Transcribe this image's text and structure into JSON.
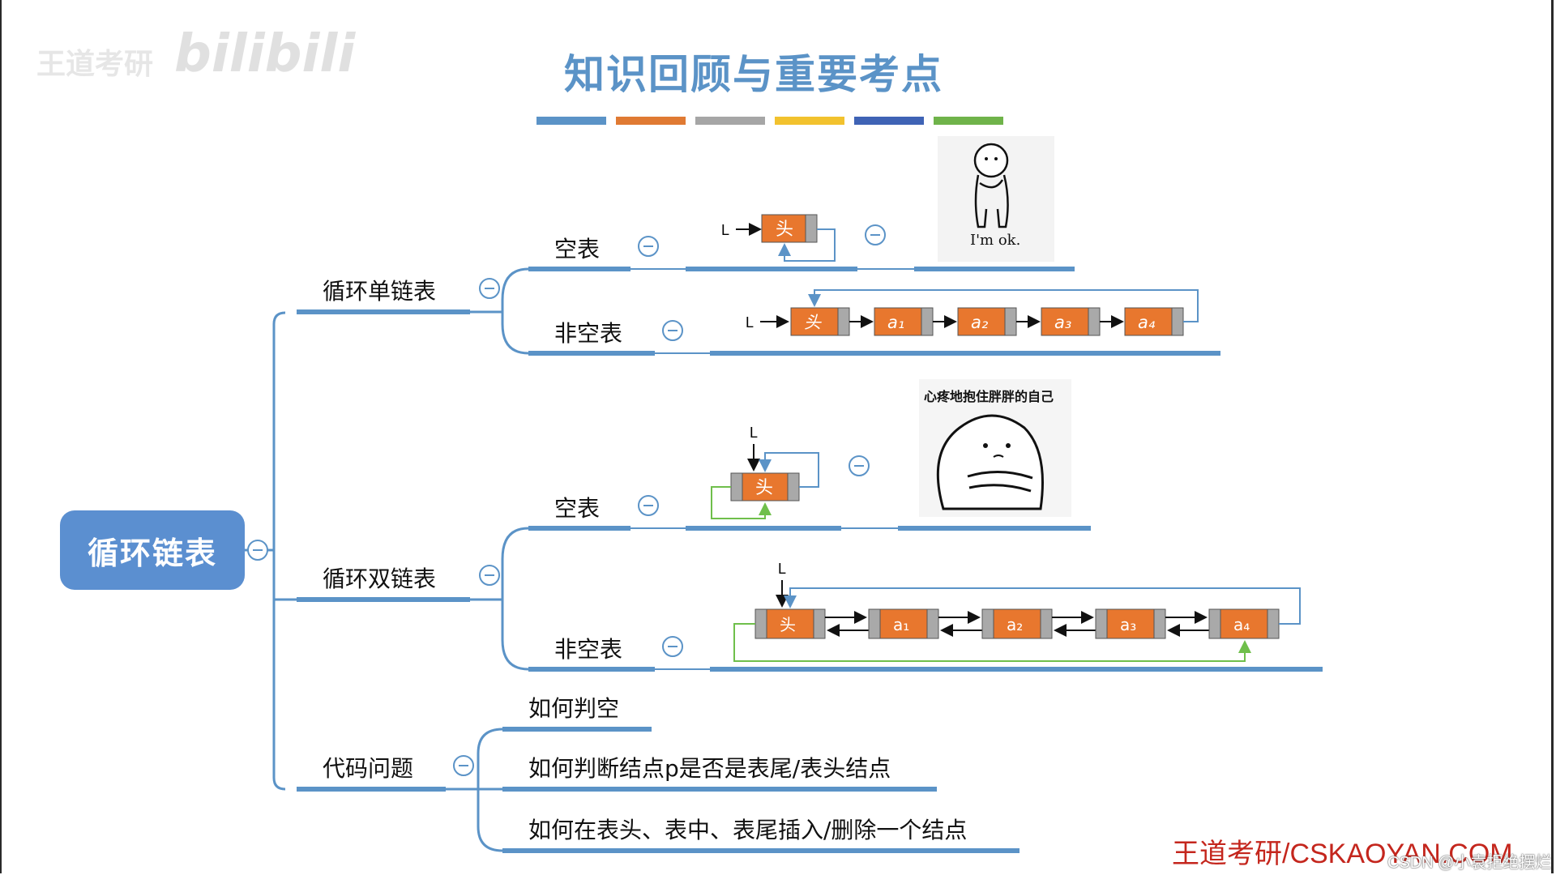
{
  "watermark": {
    "left_text": "王道考研",
    "bilibili": "bilibili"
  },
  "title": "知识回顾与重要考点",
  "title_bar_colors": [
    "#5b93c7",
    "#e07a33",
    "#a6a6a6",
    "#f2c22e",
    "#3f63b5",
    "#6fb34a"
  ],
  "root": {
    "label": "循环链表"
  },
  "branches": {
    "single": {
      "label": "循环单链表",
      "empty": {
        "label": "空表"
      },
      "nonempty": {
        "label": "非空表"
      }
    },
    "double": {
      "label": "循环双链表",
      "empty": {
        "label": "空表"
      },
      "nonempty": {
        "label": "非空表"
      }
    },
    "code": {
      "label": "代码问题",
      "items": [
        "如何判空",
        "如何判断结点p是否是表尾/表头结点",
        "如何在表头、表中、表尾插入/删除一个结点"
      ]
    }
  },
  "nodes": {
    "pointer": "L",
    "head": "头",
    "a1": "a₁",
    "a2": "a₂",
    "a3": "a₃",
    "a4": "a₄"
  },
  "memes": {
    "ok_caption": "I'm ok.",
    "hug_caption": "心疼地抱住胖胖的自己"
  },
  "footer": {
    "brand": "王道考研/CSKAOYAN.COM",
    "csdn": "CSDN @小袁拒绝摆烂"
  },
  "colors": {
    "line": "#5b93c7",
    "node": "#e8772e",
    "node_edge": "#a9a9a9",
    "green": "#6fbf4b"
  }
}
